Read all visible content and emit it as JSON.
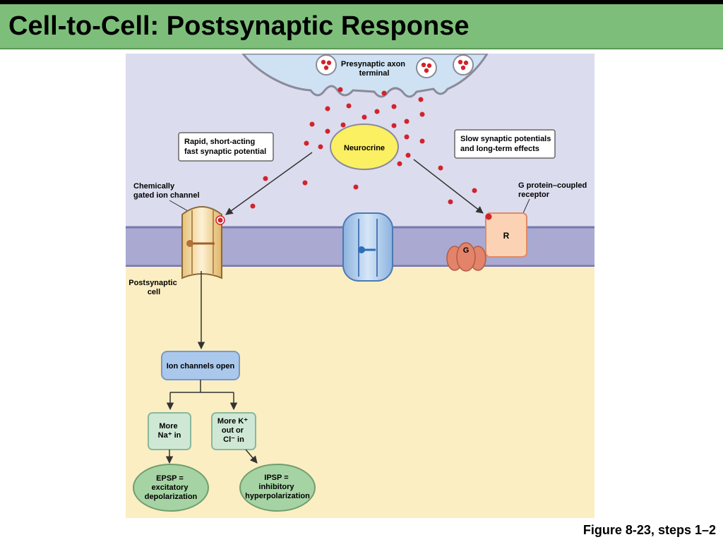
{
  "slide": {
    "title": "Cell-to-Cell: Postsynaptic Response",
    "caption": "Figure 8-23, steps 1–2"
  },
  "diagram": {
    "presynaptic_label": [
      "Presynaptic axon",
      "terminal"
    ],
    "neurocrine_label": "Neurocrine",
    "rapid_box": [
      "Rapid, short-acting",
      "fast synaptic potential"
    ],
    "slow_box": [
      "Slow synaptic potentials",
      "and long-term effects"
    ],
    "chemical_channel_label": [
      "Chemically",
      "gated ion channel"
    ],
    "gpcr_label": [
      "G protein–coupled",
      "receptor"
    ],
    "postsynaptic_label": [
      "Postsynaptic",
      "cell"
    ],
    "receptor_letter": "R",
    "gprotein_letter": "G",
    "ion_channels_open": "Ion channels open",
    "na_box": [
      "More",
      "Na⁺ in"
    ],
    "k_box": [
      "More K⁺",
      "out or",
      "Cl⁻ in"
    ],
    "epsp": [
      "EPSP =",
      "excitatory",
      "depolarization"
    ],
    "ipsp": [
      "IPSP =",
      "inhibitory",
      "hyperpolarization"
    ]
  },
  "colors": {
    "title_bar": "#7dbf7a",
    "extracellular": "#dcdcef",
    "membrane": "#a9a9d1",
    "cytoplasm": "#fbeec2",
    "neurotransmitter": "#d2232a",
    "neurocrine": "#fbef62",
    "flow_box": "#a9c8ec",
    "result_box": "#cfe8d6",
    "result_ellipse": "#a6d3a4"
  }
}
